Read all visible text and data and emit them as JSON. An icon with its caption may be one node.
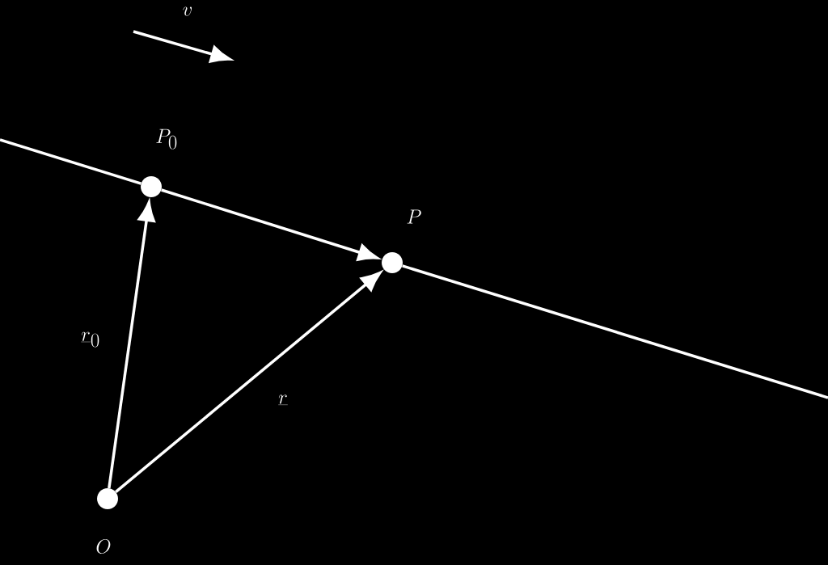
{
  "diagram": {
    "nodes": [
      {
        "text": [],
        "shape": "circle",
        "beside": [
          "P_0"
        ]
      },
      {
        "text": [],
        "shape": "circle",
        "beside": [
          "P"
        ]
      },
      {
        "text": [],
        "shape": "circle",
        "beside": [
          "O"
        ]
      }
    ],
    "edges": [
      {
        "from": 2,
        "to": 0,
        "arrow": "to",
        "label": "\\underline{r}_0"
      },
      {
        "from": 2,
        "to": 1,
        "arrow": "to",
        "label": "\\underline{r}"
      },
      {
        "from": null,
        "to": 0,
        "arrow": "none"
      },
      {
        "from": 0,
        "to": 1,
        "arrow": "to"
      },
      {
        "from": 1,
        "to": null,
        "arrow": "none"
      }
    ],
    "labels": [
      "v"
    ]
  }
}
